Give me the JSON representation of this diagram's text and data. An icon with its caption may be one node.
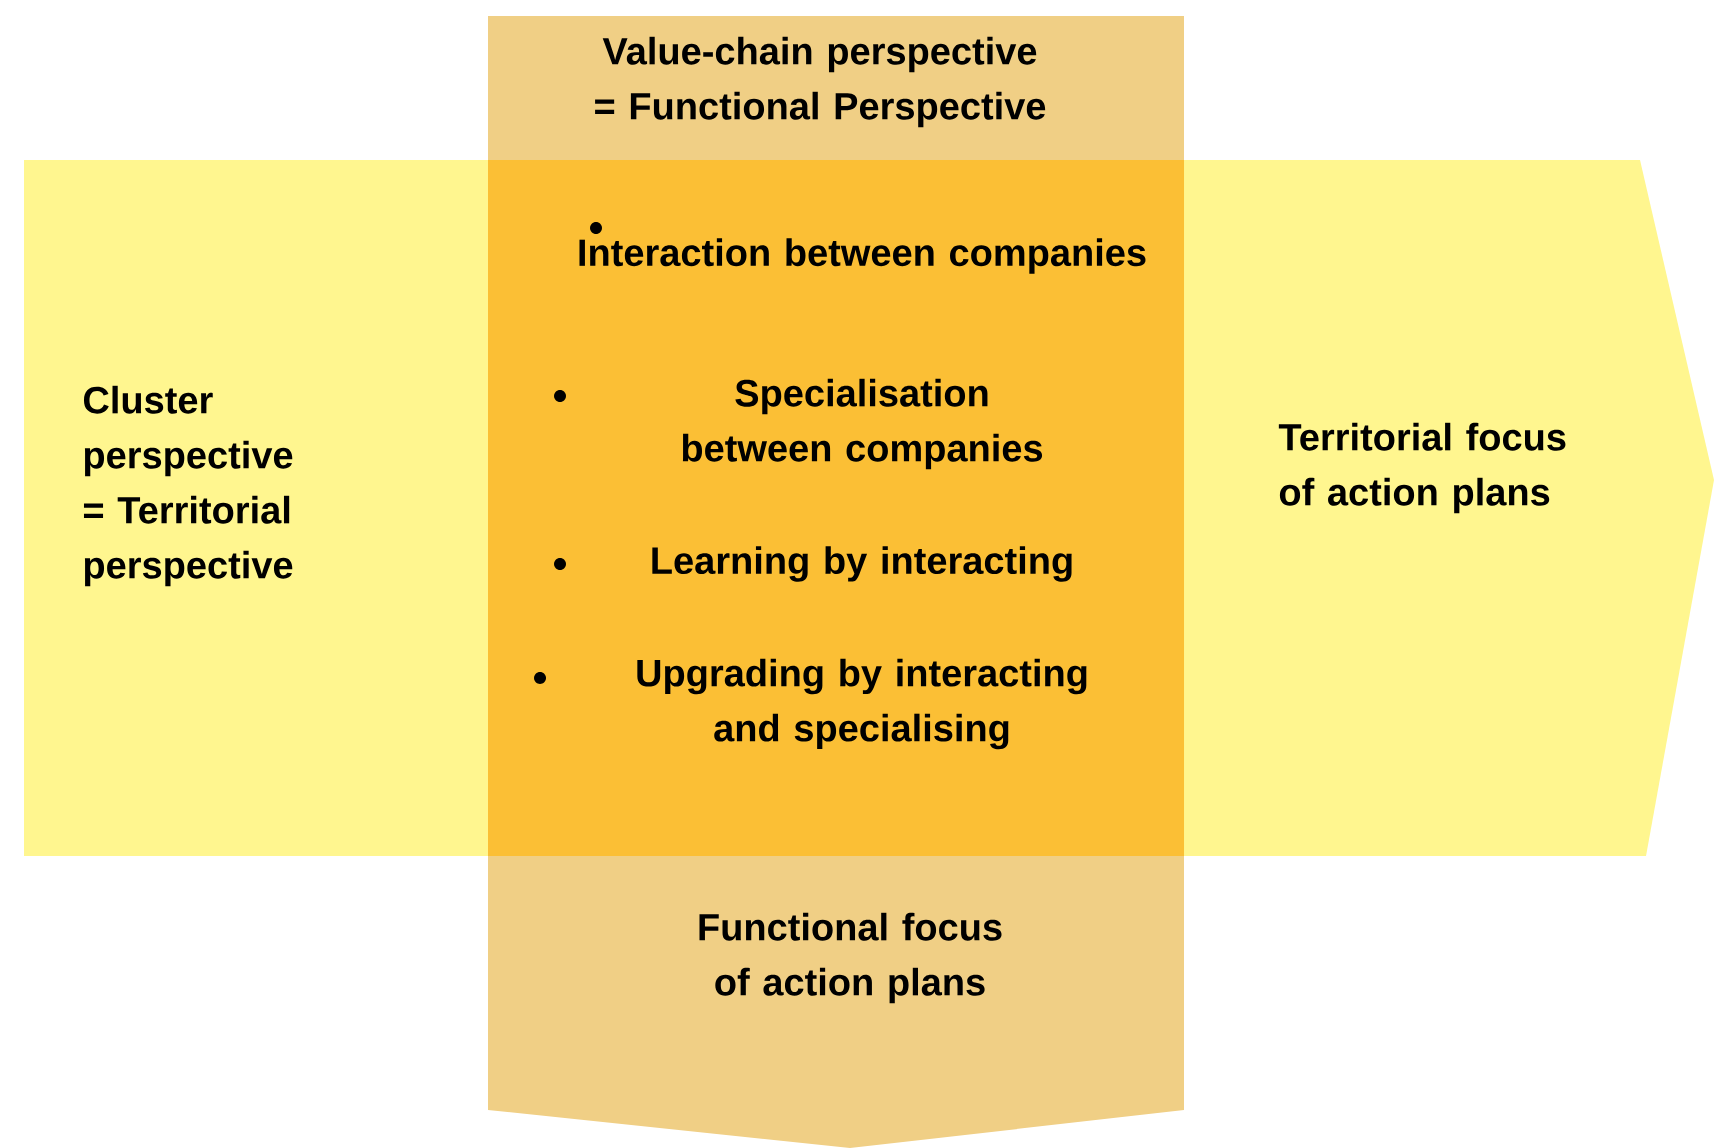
{
  "diagram": {
    "nodes": [
      {
        "text": [
          "Cluster perspective = Territorial perspective",
          "Territorial focus of action plans"
        ]
      },
      {
        "text": [
          "Value-chain perspective = Functional Perspective",
          "Functional focus of action plans"
        ]
      },
      {
        "text": [
          "Interaction between companies",
          "Specialisation between companies",
          "Learning by interacting",
          "Upgrading by interacting and specialising"
        ]
      }
    ]
  }
}
